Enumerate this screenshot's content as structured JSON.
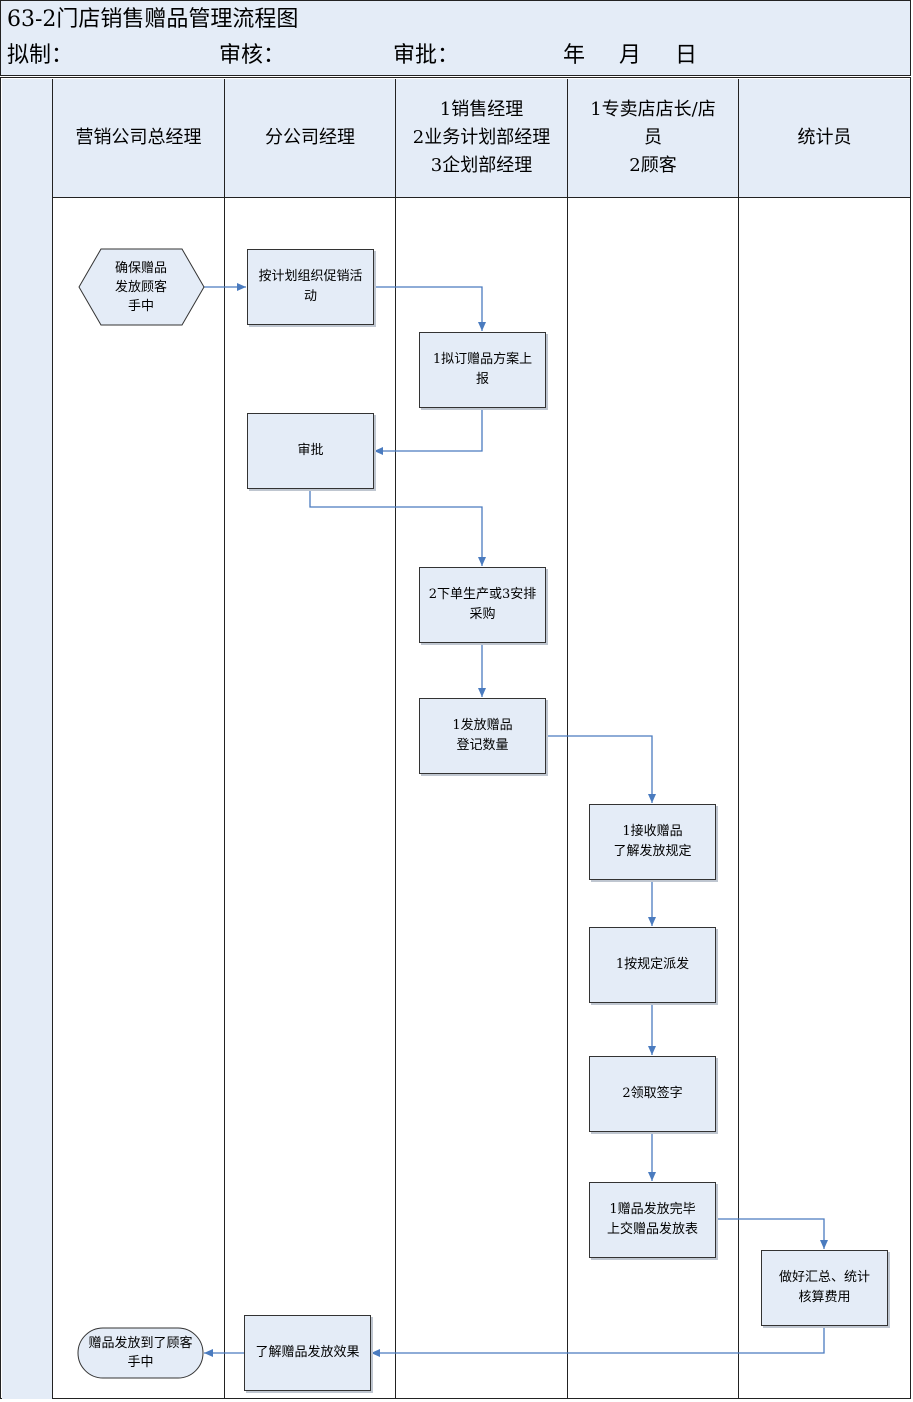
{
  "header": {
    "title": "63-2门店销售赠品管理流程图",
    "drafted_by": "拟制：",
    "reviewed_by": "审核：",
    "approved_by": "审批：",
    "year": "年",
    "month": "月",
    "day": "日"
  },
  "lanes": [
    "营销公司总经理",
    "分公司经理",
    "1销售经理\n2业务计划部经理\n3企划部经理",
    "1专卖店店长/店\n员\n2顾客",
    "统计员"
  ],
  "nodes": {
    "start": "确保赠品\n发放顾客\n手中",
    "organize": "按计划组织促销活\n动",
    "draft_plan": "1拟订赠品方案上\n报",
    "approve": "审批",
    "production": "2下单生产或3安排\n采购",
    "distribute": "1发放赠品\n登记数量",
    "receive": "1接收赠品\n了解发放规定",
    "dispatch": "1按规定派发",
    "sign": "2领取签字",
    "complete": "1赠品发放完毕\n上交赠品发放表",
    "summary": "做好汇总、统计\n核算费用",
    "feedback": "了解赠品发放效果",
    "end": "赠品发放到了顾客\n手中"
  },
  "colors": {
    "fill": "#e4ecf7",
    "line": "#4a7bbf",
    "border": "#222222"
  }
}
